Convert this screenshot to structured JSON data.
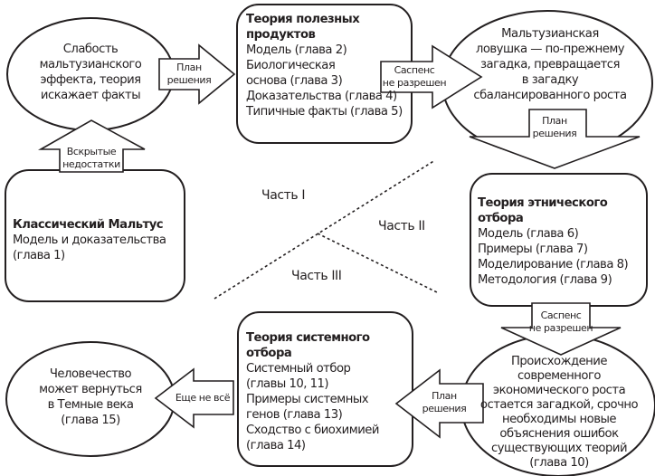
{
  "nodes": {
    "malthus_weakness": {
      "lines": [
        "Слабость",
        "мальтузианского",
        "эффекта, теория",
        "искажает факты"
      ]
    },
    "useful_products": {
      "title_lines": [
        "Теория полезных",
        "продуктов"
      ],
      "lines": [
        "Модель (глава 2)",
        "Биологическая",
        "основа (глава 3)",
        "Доказательства (глава 4)",
        "Типичные факты (глава 5)"
      ]
    },
    "malthus_trap": {
      "lines": [
        "Мальтузианская",
        "ловушка — по-прежнему",
        "загадка, превращается",
        "в загадку",
        "сбалансированного роста"
      ]
    },
    "classic_malthus": {
      "title_lines": [
        "Классический Мальтус"
      ],
      "lines": [
        "Модель и доказательства",
        "(глава 1)"
      ]
    },
    "ethnic_selection": {
      "title_lines": [
        "Теория этнического",
        "отбора"
      ],
      "lines": [
        "Модель (глава 6)",
        "Примеры (глава 7)",
        "Моделирование (глава 8)",
        "Методология (глава 9)"
      ]
    },
    "growth_origin": {
      "lines": [
        "Происхождение",
        "современного",
        "экономического роста",
        "остается загадкой, срочно",
        "необходимы новые",
        "объяснения ошибок",
        "существующих теорий",
        "(глава 10)"
      ]
    },
    "system_selection": {
      "title_lines": [
        "Теория системного",
        "отбора"
      ],
      "lines": [
        "Системный отбор",
        "(главы 10, 11)",
        "Примеры системных",
        "генов (глава 13)",
        "Сходство с биохимией",
        "(глава 14)"
      ]
    },
    "dark_ages": {
      "lines": [
        "Человечество",
        "может вернуться",
        "в Темные века",
        "(глава 15)"
      ]
    }
  },
  "arrows": {
    "plan_1": [
      "План",
      "решения"
    ],
    "suspense_1": [
      "Саспенс",
      "не разрешен"
    ],
    "plan_2": [
      "План",
      "решения"
    ],
    "revealed": [
      "Вскрытые",
      "недостатки"
    ],
    "suspense_2": [
      "Саспенс",
      "не разрешен"
    ],
    "plan_3": [
      "План",
      "решения"
    ],
    "not_over": [
      "Еще не всё"
    ]
  },
  "parts": {
    "part1": "Часть I",
    "part2": "Часть II",
    "part3": "Часть III"
  }
}
